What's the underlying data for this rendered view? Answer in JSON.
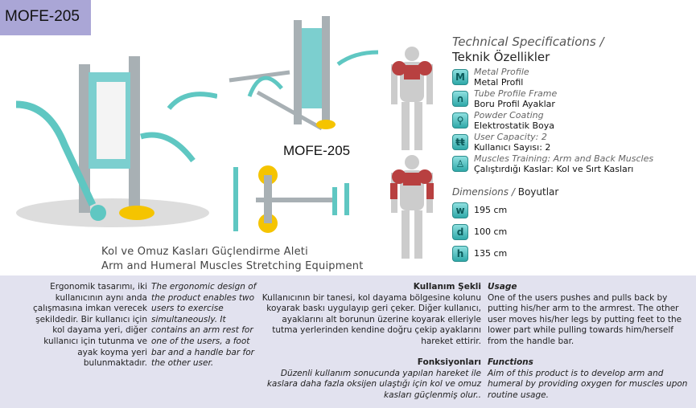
{
  "badge": "MOFE-205",
  "model_label": "MOFE-205",
  "caption": {
    "tr": "Kol ve Omuz Kasları Güçlendirme Aleti",
    "en": "Arm and Humeral Muscles Stretching Equipment"
  },
  "specs": {
    "title_en": "Technical Specifications /",
    "title_tr": "Teknik Özellikler",
    "items": [
      {
        "icon": "M",
        "en": "Metal Profile",
        "tr": "Metal Profil"
      },
      {
        "icon": "∩",
        "en": "Tube Profile Frame",
        "tr": "Boru Profil Ayaklar"
      },
      {
        "icon": "⚲",
        "en": "Powder Coating",
        "tr": "Elektrostatik Boya"
      },
      {
        "icon": "ŧŧ",
        "en": "User Capacity:  2",
        "tr": "Kullanıcı Sayısı: 2"
      },
      {
        "icon": "♙",
        "en": "Muscles Training:  Arm and Back Muscles",
        "tr": "Çalıştırdığı Kaslar: Kol ve Sırt Kasları"
      }
    ],
    "dimensions_en": "Dimensions /",
    "dimensions_tr": "Boyutlar",
    "dims": [
      {
        "icon": "w",
        "value": "195 cm"
      },
      {
        "icon": "d",
        "value": "100 cm"
      },
      {
        "icon": "h",
        "value": "135 cm"
      }
    ]
  },
  "desc": {
    "tr": "Ergonomik tasarımı, iki kullanıcının aynı anda çalışmasına imkan verecek şekildedir. Bir kullanıcı için kol dayama yeri, diğer kullanıcı için tutunma ve ayak koyma yeri bulunmaktadır.",
    "en": "The ergonomic design of the product enables two users to exercise simultaneously. It contains an arm rest for one of the users, a foot bar and a handle bar for the other user."
  },
  "usage": {
    "tr_title": "Kullanım Şekli",
    "tr": "Kullanıcının bir tanesi, kol dayama bölgesine kolunu koyarak baskı uygulayıp geri çeker. Diğer kullanıcı, ayaklarını alt borunun üzerine koyarak elleriyle tutma yerlerinden kendine doğru çekip ayaklarını hareket ettirir.",
    "en_title": "Usage",
    "en": "One of the users pushes and pulls back by putting his/her arm to the armrest. The other user moves his/her legs by putting feet to the lower part while pulling towards him/herself from the handle bar."
  },
  "functions": {
    "tr_title": "Fonksiyonları",
    "tr": "Düzenli kullanım sonucunda yapılan hareket ile kaslara daha fazla oksijen ulaştığı için kol ve omuz kasları güçlenmiş olur..",
    "en_title": "Functions",
    "en": "Aim of this product is to develop arm and humeral by providing oxygen for muscles upon routine usage."
  },
  "colors": {
    "accent": "#3fb3b3",
    "badge": "#aaa6d6",
    "panel": "#e2e2ef"
  }
}
